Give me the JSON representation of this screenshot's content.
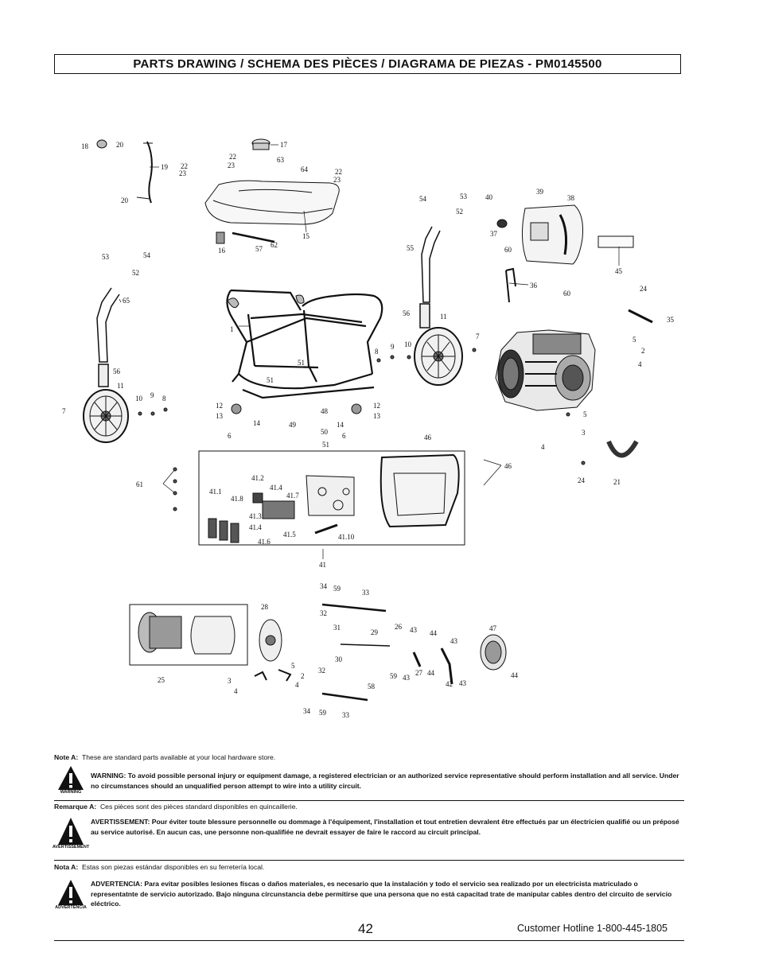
{
  "title": "PARTS DRAWING / SCHEMA DES PIÈCES / DIAGRAMA DE PIEZAS - PM0145500",
  "labels": [
    "18",
    "20",
    "19",
    "20",
    "17",
    "22",
    "23",
    "63",
    "64",
    "22",
    "23",
    "22",
    "23",
    "16",
    "57",
    "62",
    "15",
    "53",
    "54",
    "52",
    "65",
    "54",
    "53",
    "52",
    "55",
    "40",
    "39",
    "38",
    "37",
    "60",
    "36",
    "60",
    "45",
    "24",
    "35",
    "1",
    "51",
    "51",
    "8",
    "9",
    "10",
    "11",
    "56",
    "7",
    "5",
    "2",
    "4",
    "56",
    "11",
    "10",
    "9",
    "8",
    "7",
    "12",
    "13",
    "14",
    "48",
    "49",
    "50",
    "51",
    "6",
    "12",
    "13",
    "14",
    "6",
    "46",
    "5",
    "3",
    "4",
    "21",
    "24",
    "46",
    "61",
    "41.2",
    "41.1",
    "41.8",
    "41.4",
    "41.7",
    "41.3",
    "41.4",
    "41.5",
    "41.6",
    "41.10",
    "41",
    "34",
    "59",
    "33",
    "28",
    "32",
    "31",
    "29",
    "26",
    "43",
    "44",
    "43",
    "47",
    "30",
    "27",
    "44",
    "42",
    "43",
    "44",
    "32",
    "5",
    "2",
    "4",
    "3",
    "4",
    "58",
    "59",
    "43",
    "34",
    "59",
    "33",
    "25"
  ],
  "notes": {
    "en": {
      "label": "Note A:",
      "text": "These are standard parts available at your local hardware store."
    },
    "en_warning": "WARNING:  To avoid possible personal injury or equipment damage, a registered electrician or an authorized service representative should perform installation and all service. Under no circumstances should an unqualified person attempt to wire into a utility circuit.",
    "en_icon_caption": "WARNING",
    "fr": {
      "label": "Remarque A:",
      "text": "Ces pièces sont des pièces standard disponibles en quincaillerie."
    },
    "fr_warning": "AVERTISSEMENT:  Pour éviter toute blessure personnelle ou dommage à l'équipement, l'installation et tout entretien devralent être effectués par un électricien qualifié ou un préposé au service autorisé. En aucun cas, une personne non-qualifiée ne devrait essayer de faire le raccord au circuit principal.",
    "fr_icon_caption": "AVERTISSEMENT",
    "es": {
      "label": "Nota A:",
      "text": "Estas son piezas estándar disponibles en su ferretería local."
    },
    "es_warning": "ADVERTENCIA:  Para evitar posibles lesiones físcas o daños materiales, es necesario que la instalación y todo el servicio sea realizado por un electricista matriculado o representatnte de servicio autorizado. Bajo ninguna circunstancia debe permitirse que una persona que no está capacitad trate de manipular cables dentro del circuito de servicio eléctrico.",
    "es_icon_caption": "ADVERTENCIA"
  },
  "footer": {
    "page_number": "42",
    "hotline": "Customer Hotline 1-800-445-1805"
  }
}
